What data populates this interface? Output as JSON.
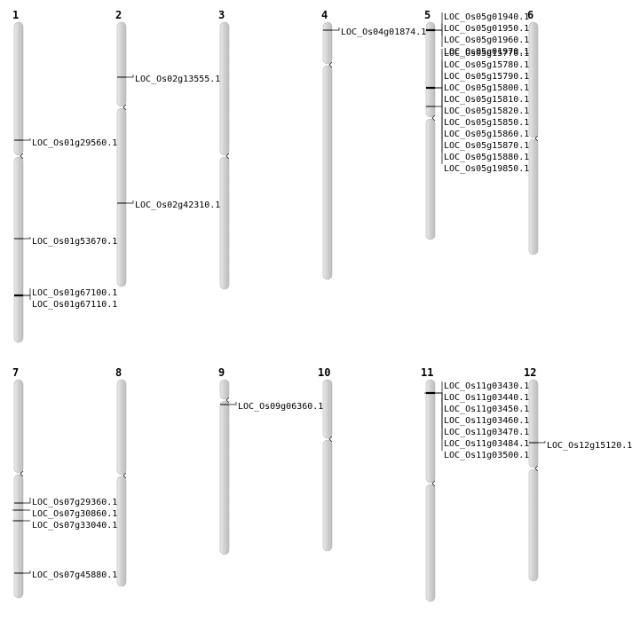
{
  "chromosomes": [
    {
      "num": "1",
      "genes": [
        {
          "id": "LOC_Os01g29560.1"
        },
        {
          "id": "LOC_Os01g53670.1"
        },
        {
          "id": "LOC_Os01g67100.1"
        },
        {
          "id": "LOC_Os01g67110.1"
        }
      ]
    },
    {
      "num": "2",
      "genes": [
        {
          "id": "LOC_Os02g13555.1"
        },
        {
          "id": "LOC_Os02g42310.1"
        }
      ]
    },
    {
      "num": "3",
      "genes": []
    },
    {
      "num": "4",
      "genes": [
        {
          "id": "LOC_Os04g01874.1"
        }
      ]
    },
    {
      "num": "5",
      "genes": [
        {
          "id": "LOC_Os05g01940.1"
        },
        {
          "id": "LOC_Os05g01950.1"
        },
        {
          "id": "LOC_Os05g01960.1"
        },
        {
          "id": "LOC_Os05g01970.1"
        },
        {
          "id": "LOC_Os05g15770.1"
        },
        {
          "id": "LOC_Os05g15780.1"
        },
        {
          "id": "LOC_Os05g15790.1"
        },
        {
          "id": "LOC_Os05g15800.1"
        },
        {
          "id": "LOC_Os05g15810.1"
        },
        {
          "id": "LOC_Os05g15820.1"
        },
        {
          "id": "LOC_Os05g15850.1"
        },
        {
          "id": "LOC_Os05g15860.1"
        },
        {
          "id": "LOC_Os05g15870.1"
        },
        {
          "id": "LOC_Os05g15880.1"
        },
        {
          "id": "LOC_Os05g19850.1"
        }
      ]
    },
    {
      "num": "6",
      "genes": []
    },
    {
      "num": "7",
      "genes": [
        {
          "id": "LOC_Os07g29360.1"
        },
        {
          "id": "LOC_Os07g30860.1"
        },
        {
          "id": "LOC_Os07g33040.1"
        },
        {
          "id": "LOC_Os07g45880.1"
        }
      ]
    },
    {
      "num": "8",
      "genes": []
    },
    {
      "num": "9",
      "genes": [
        {
          "id": "LOC_Os09g06360.1"
        }
      ]
    },
    {
      "num": "10",
      "genes": []
    },
    {
      "num": "11",
      "genes": [
        {
          "id": "LOC_Os11g03430.1"
        },
        {
          "id": "LOC_Os11g03440.1"
        },
        {
          "id": "LOC_Os11g03450.1"
        },
        {
          "id": "LOC_Os11g03460.1"
        },
        {
          "id": "LOC_Os11g03470.1"
        },
        {
          "id": "LOC_Os11g03484.1"
        },
        {
          "id": "LOC_Os11g03500.1"
        }
      ]
    },
    {
      "num": "12",
      "genes": [
        {
          "id": "LOC_Os12g15120.1"
        }
      ]
    }
  ]
}
